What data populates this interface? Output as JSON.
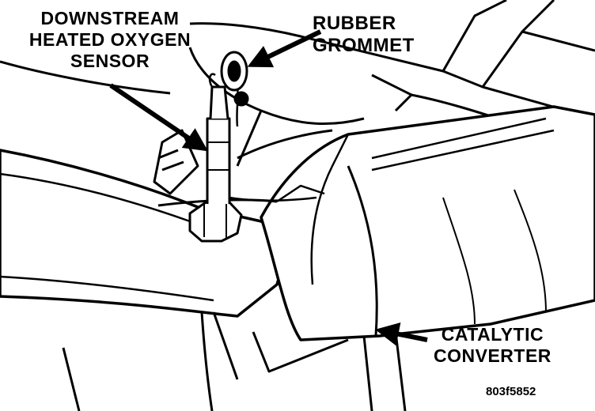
{
  "labels": {
    "sensor_line1": "DOWNSTREAM",
    "sensor_line2": "HEATED OXYGEN",
    "sensor_line3": "SENSOR",
    "grommet_line1": "RUBBER",
    "grommet_line2": "GROMMET",
    "catalytic_line1": "CATALYTIC",
    "catalytic_line2": "CONVERTER"
  },
  "figure_id": "803f5852",
  "colors": {
    "ink": "#000000",
    "paper": "#ffffff"
  }
}
